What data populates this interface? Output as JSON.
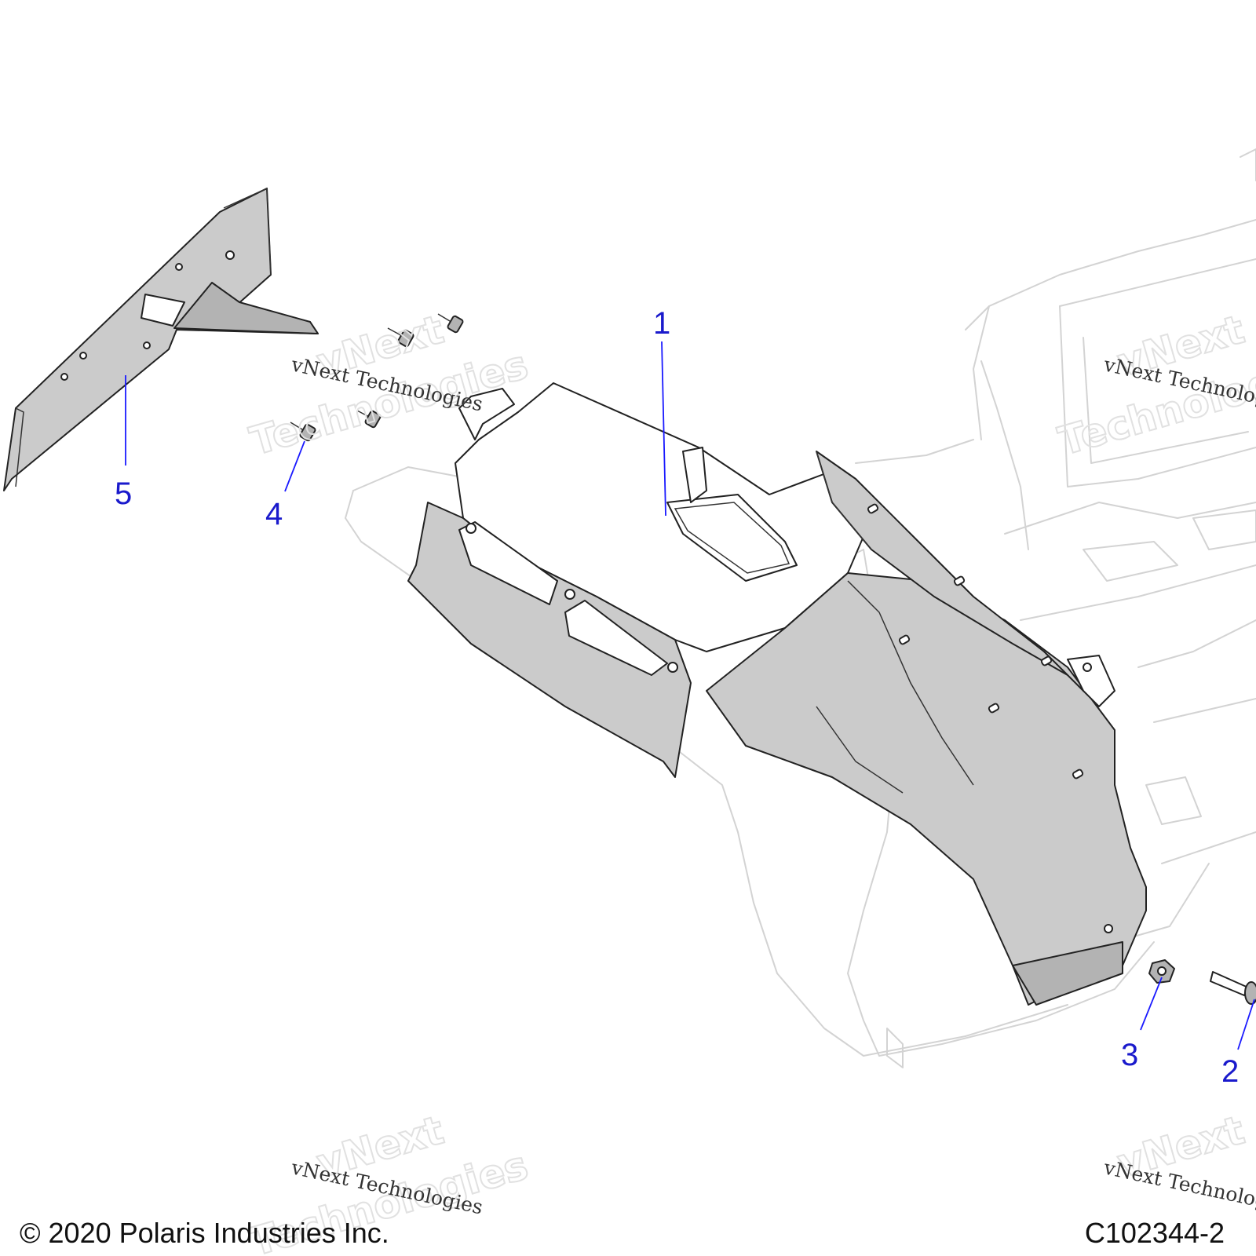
{
  "callouts": [
    {
      "id": "1",
      "label": "1"
    },
    {
      "id": "2",
      "label": "2"
    },
    {
      "id": "3",
      "label": "3"
    },
    {
      "id": "4",
      "label": "4"
    },
    {
      "id": "5",
      "label": "5"
    }
  ],
  "watermark": {
    "line_serif": "vNext Technologies",
    "line_big_1": "vNext",
    "line_big_2": "Technologies"
  },
  "footer": {
    "copyright": "© 2020 Polaris Industries Inc.",
    "figure_id": "C102344-2"
  }
}
